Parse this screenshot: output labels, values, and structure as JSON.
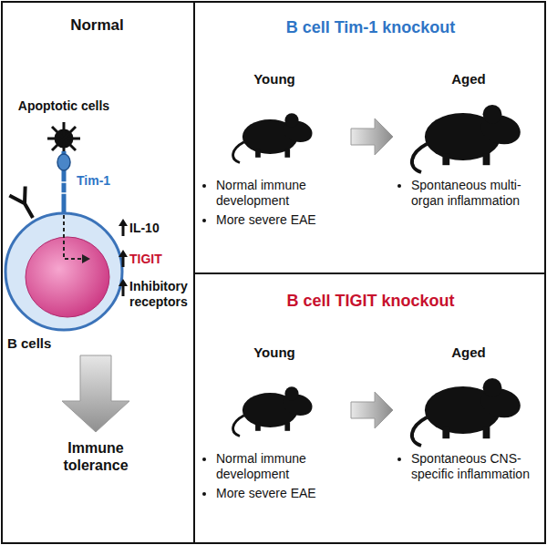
{
  "diagram": {
    "nodes": [
      {
        "text": [
          "Normal"
        ]
      },
      {
        "text": [
          "B cell Tim-1 knockout"
        ]
      },
      {
        "text": [
          "B cell TIGIT knockout"
        ]
      },
      {
        "text": [
          "B cells"
        ],
        "in": 0
      },
      {
        "text": [
          "Young",
          "Normal immune development",
          "More severe EAE"
        ],
        "in": 1
      },
      {
        "text": [
          "Aged",
          "Spontaneous multi-organ inflammation"
        ],
        "in": 1
      },
      {
        "text": [
          "Young",
          "Normal immune development",
          "More severe EAE"
        ],
        "in": 2
      },
      {
        "text": [
          "Aged",
          "Spontaneous CNS-specific inflammation"
        ],
        "in": 2
      }
    ],
    "edges": [
      {
        "from": 4,
        "to": 5,
        "arrow": "to"
      },
      {
        "from": 6,
        "to": 7,
        "arrow": "to"
      }
    ],
    "labels": [
      "Apoptotic cells",
      "Tim-1",
      "IL-10",
      "TIGIT",
      "Inhibitory receptors",
      "Immune tolerance"
    ]
  }
}
